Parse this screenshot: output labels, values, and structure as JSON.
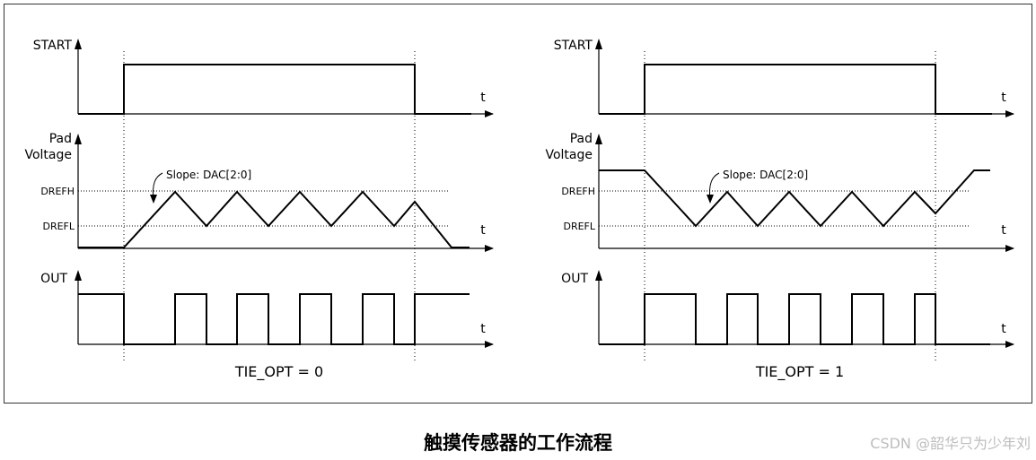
{
  "diagram": {
    "panels": [
      {
        "signals": {
          "start": "START",
          "pad_line1": "Pad",
          "pad_line2": "Voltage",
          "out": "OUT"
        },
        "levels": {
          "high": "DREFH",
          "low": "DREFL"
        },
        "time_label": "t",
        "slope_label": "Slope: DAC[2:0]",
        "caption": "TIE_OPT = 0"
      },
      {
        "signals": {
          "start": "START",
          "pad_line1": "Pad",
          "pad_line2": "Voltage",
          "out": "OUT"
        },
        "levels": {
          "high": "DREFH",
          "low": "DREFL"
        },
        "time_label": "t",
        "slope_label": "Slope: DAC[2:0]",
        "caption": "TIE_OPT = 1"
      }
    ]
  },
  "figure_caption": "触摸传感器的工作流程",
  "watermark": "CSDN @韶华只为少年刘"
}
